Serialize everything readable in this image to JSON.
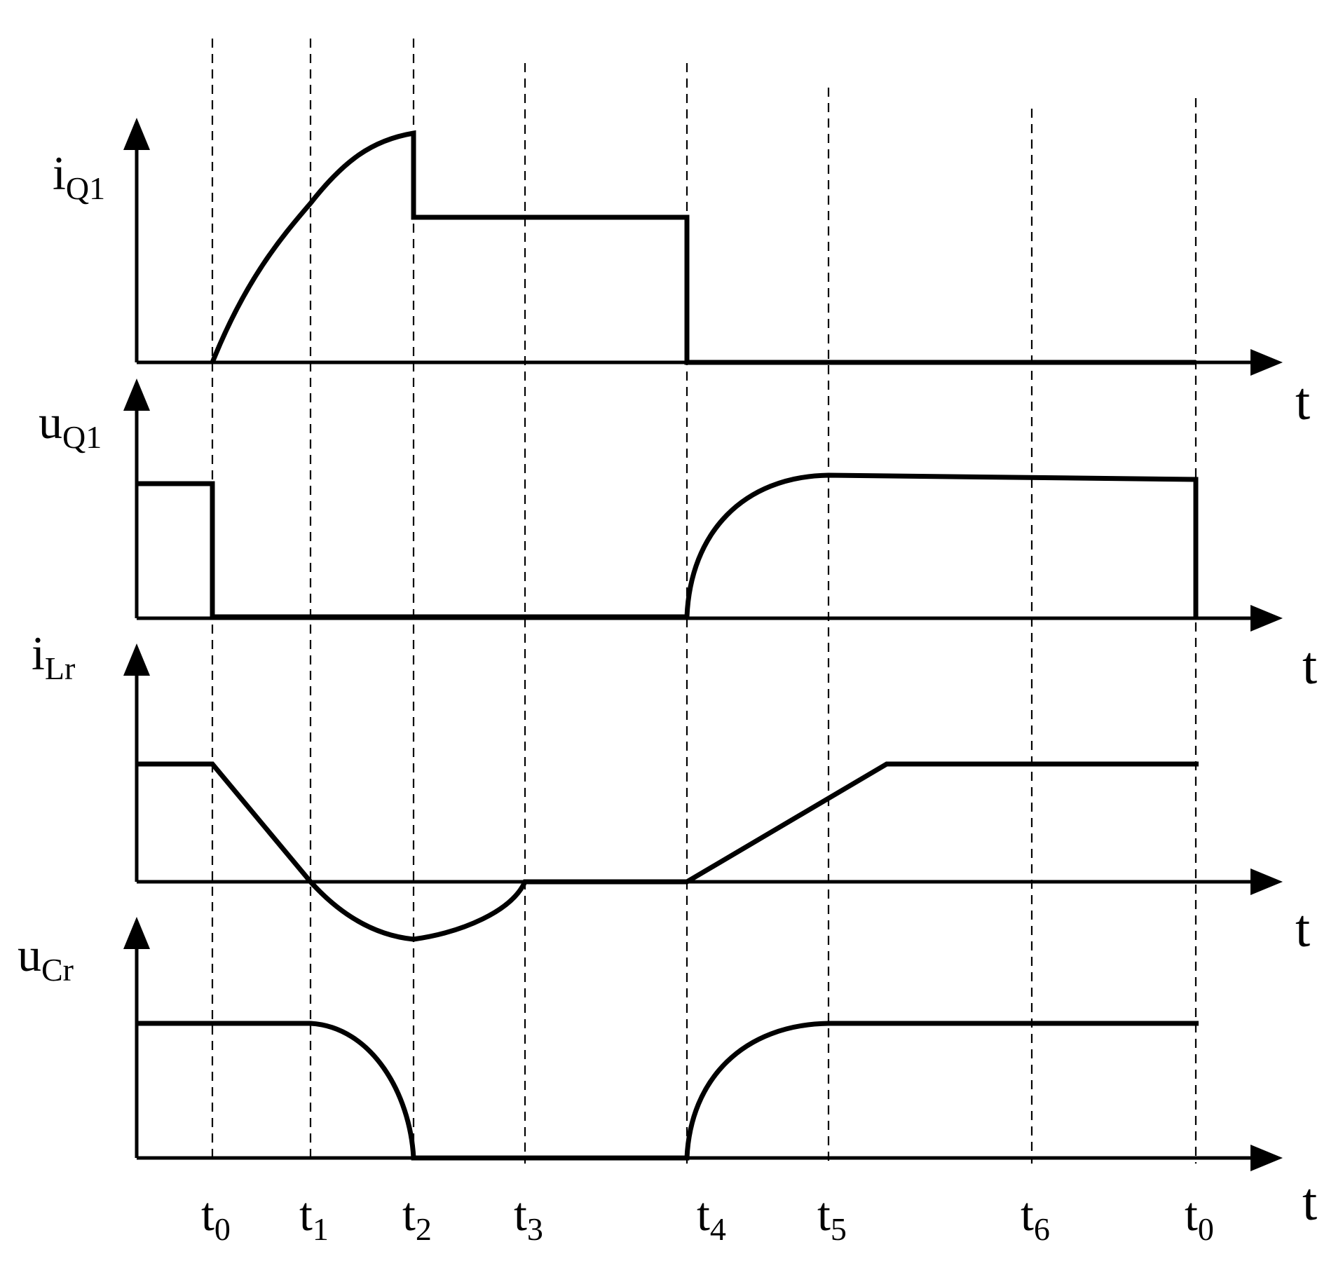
{
  "panels": [
    {
      "id": "iq1",
      "label_main": "i",
      "label_sub": "Q1",
      "time_label": "t"
    },
    {
      "id": "uq1",
      "label_main": "u",
      "label_sub": "Q1",
      "time_label": "t"
    },
    {
      "id": "ilr",
      "label_main": "i",
      "label_sub": "Lr",
      "time_label": "t"
    },
    {
      "id": "ucr",
      "label_main": "u",
      "label_sub": "Cr",
      "time_label": "t"
    }
  ],
  "time_instants": [
    {
      "main": "t",
      "sub": "0"
    },
    {
      "main": "t",
      "sub": "1"
    },
    {
      "main": "t",
      "sub": "2"
    },
    {
      "main": "t",
      "sub": "3"
    },
    {
      "main": "t",
      "sub": "4"
    },
    {
      "main": "t",
      "sub": "5"
    },
    {
      "main": "t",
      "sub": "6"
    },
    {
      "main": "t",
      "sub": "0"
    }
  ]
}
